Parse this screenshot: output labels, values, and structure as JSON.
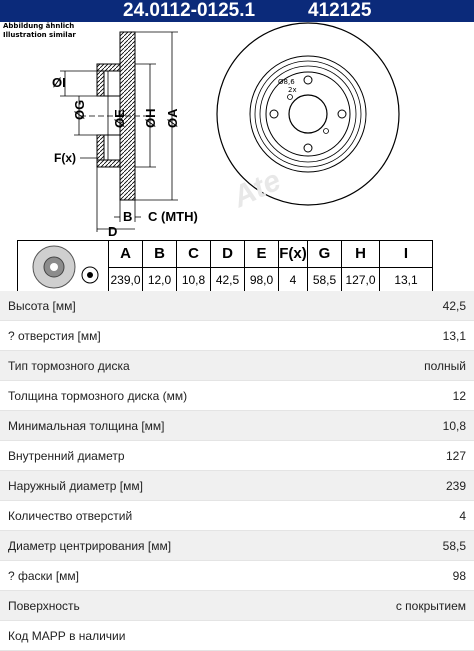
{
  "header": {
    "part_number": "24.0112-0125.1",
    "code": "412125"
  },
  "note": {
    "line1": "Abbildung ähnlich",
    "line2": "Illustration similar"
  },
  "drawing": {
    "dim_i": "ØI",
    "dim_g": "ØG",
    "dim_e": "ØE",
    "dim_h": "ØH",
    "dim_a": "ØA",
    "dim_f": "F(x)",
    "dim_b": "B",
    "dim_c": "C (MTH)",
    "dim_d": "D",
    "hole_dia": "Ø8,6",
    "hole_count": "2x",
    "logo": "Ate"
  },
  "dims_table": {
    "headers": [
      "A",
      "B",
      "C",
      "D",
      "E",
      "F(x)",
      "G",
      "H",
      "I"
    ],
    "values": [
      "239,0",
      "12,0",
      "10,8",
      "42,5",
      "98,0",
      "4",
      "58,5",
      "127,0",
      "13,1"
    ]
  },
  "specs": [
    {
      "label": "Высота [мм]",
      "value": "42,5"
    },
    {
      "label": "? отверстия [мм]",
      "value": "13,1"
    },
    {
      "label": "Тип тормозного диска",
      "value": "полный"
    },
    {
      "label": "Толщина тормозного диска (мм)",
      "value": "12"
    },
    {
      "label": "Минимальная толщина [мм]",
      "value": "10,8"
    },
    {
      "label": "Внутренний диаметр",
      "value": "127"
    },
    {
      "label": "Наружный диаметр [мм]",
      "value": "239"
    },
    {
      "label": "Количество отверстий",
      "value": "4"
    },
    {
      "label": "Диаметр центрирования [мм]",
      "value": "58,5"
    },
    {
      "label": "? фаски [мм]",
      "value": "98"
    },
    {
      "label": "Поверхность",
      "value": "с покрытием"
    },
    {
      "label": "Код МАРР в наличии",
      "value": ""
    }
  ]
}
